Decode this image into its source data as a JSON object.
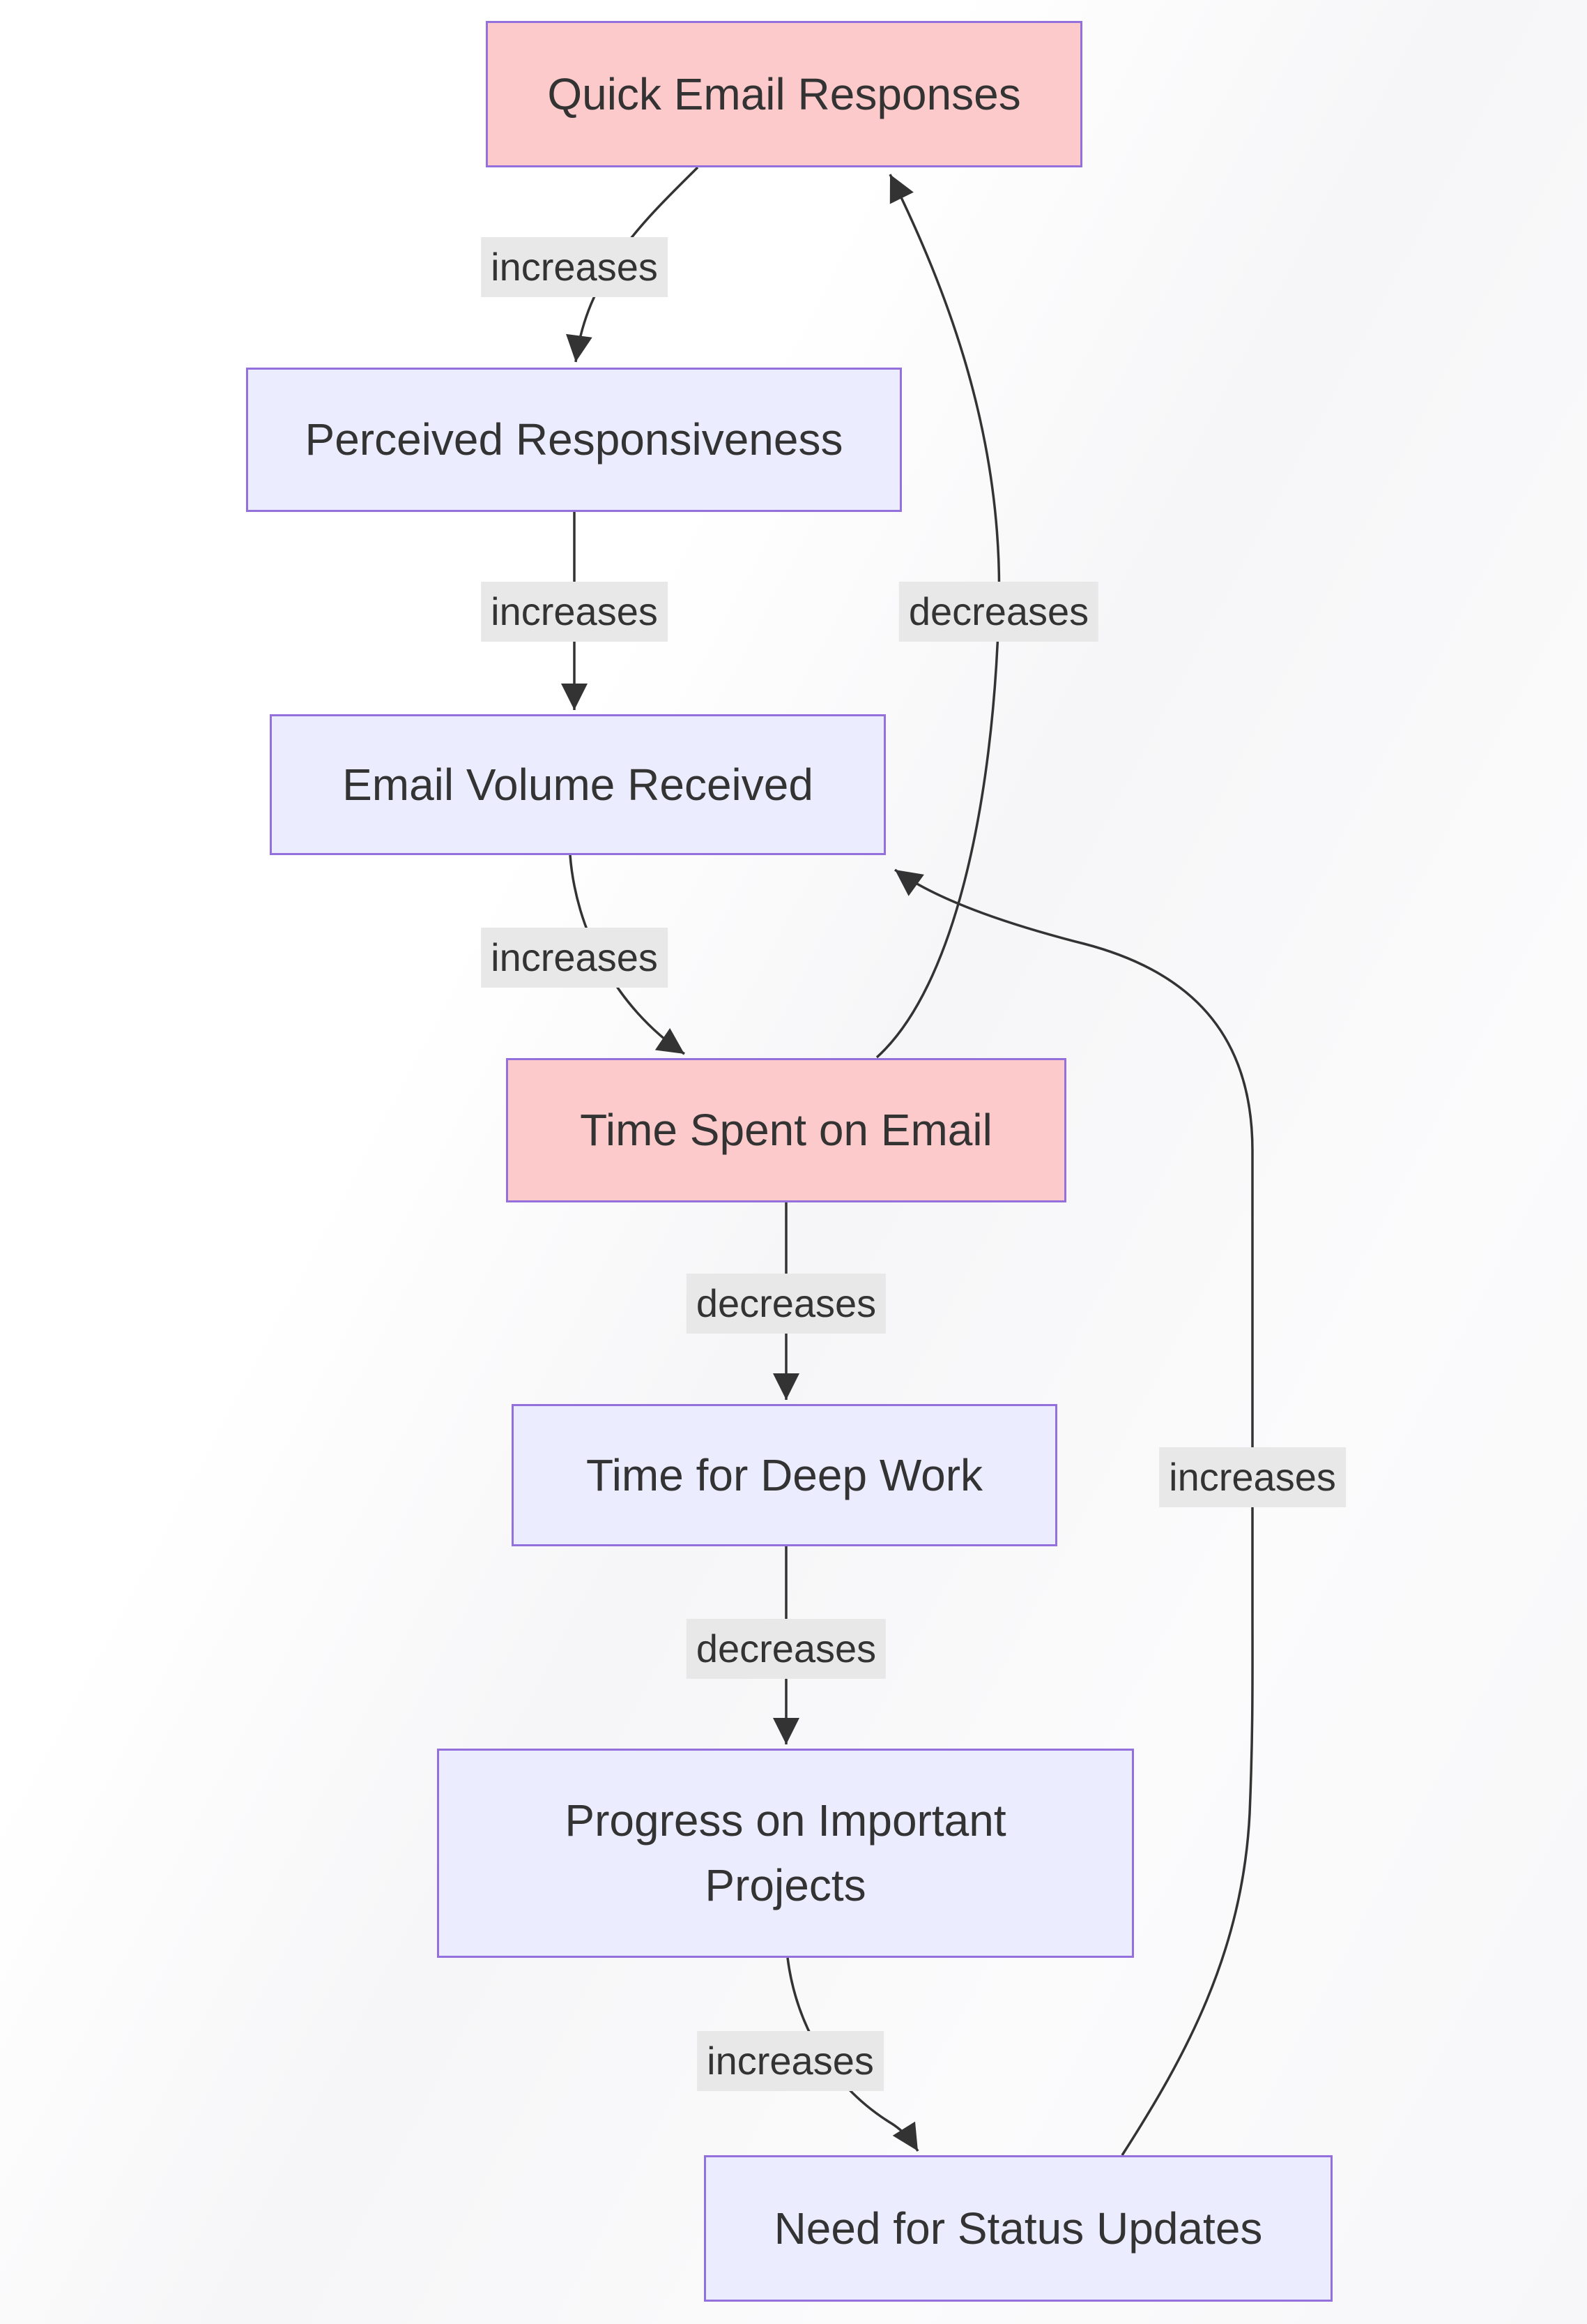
{
  "diagram": {
    "type": "flowchart",
    "direction": "top-down",
    "nodes": [
      {
        "id": "quick_email_responses",
        "label": "Quick Email Responses",
        "style": "highlight"
      },
      {
        "id": "perceived_responsiveness",
        "label": "Perceived Responsiveness",
        "style": "default"
      },
      {
        "id": "email_volume_received",
        "label": "Email Volume Received",
        "style": "default"
      },
      {
        "id": "time_spent_on_email",
        "label": "Time Spent on Email",
        "style": "highlight"
      },
      {
        "id": "time_for_deep_work",
        "label": "Time for Deep Work",
        "style": "default"
      },
      {
        "id": "progress_on_important_projects",
        "label": "Progress on Important Projects",
        "style": "default"
      },
      {
        "id": "need_for_status_updates",
        "label": "Need for Status Updates",
        "style": "default"
      }
    ],
    "edges": [
      {
        "from": "quick_email_responses",
        "to": "perceived_responsiveness",
        "label": "increases"
      },
      {
        "from": "perceived_responsiveness",
        "to": "email_volume_received",
        "label": "increases"
      },
      {
        "from": "email_volume_received",
        "to": "time_spent_on_email",
        "label": "increases"
      },
      {
        "from": "time_spent_on_email",
        "to": "quick_email_responses",
        "label": "decreases"
      },
      {
        "from": "time_spent_on_email",
        "to": "time_for_deep_work",
        "label": "decreases"
      },
      {
        "from": "time_for_deep_work",
        "to": "progress_on_important_projects",
        "label": "decreases"
      },
      {
        "from": "progress_on_important_projects",
        "to": "need_for_status_updates",
        "label": "increases"
      },
      {
        "from": "need_for_status_updates",
        "to": "email_volume_received",
        "label": "increases"
      }
    ],
    "colors": {
      "node_fill": "#ECECFF",
      "highlight_fill": "#FCCACA",
      "node_border": "#9370DB",
      "edge_line": "#333333",
      "edge_label_bg": "#E8E8E8",
      "text": "#333333"
    }
  }
}
